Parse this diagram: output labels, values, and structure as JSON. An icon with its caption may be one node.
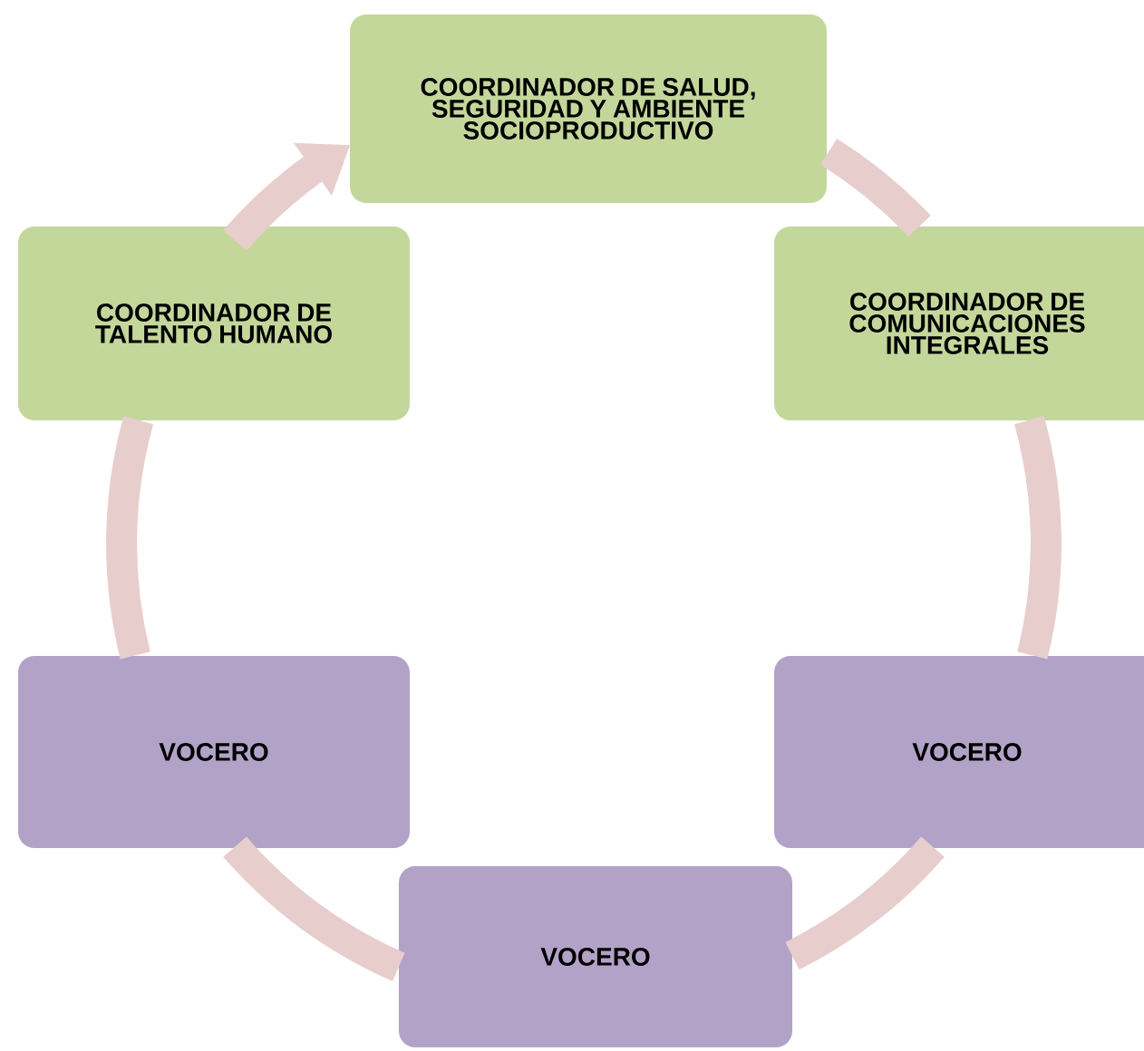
{
  "diagram": {
    "nodes": [
      {
        "text": [
          "COORDINADOR DE SALUD, SEGURIDAD Y AMBIENTE SOCIOPRODUCTIVO"
        ]
      },
      {
        "text": [
          "COORDINADOR DE TALENTO HUMANO"
        ]
      },
      {
        "text": [
          "COORDINADOR DE COMUNICACIONES INTEGRALES"
        ]
      },
      {
        "text": [
          "VOCERO"
        ]
      },
      {
        "text": [
          "VOCERO"
        ]
      },
      {
        "text": [
          "VOCERO"
        ]
      }
    ],
    "edges": [
      {
        "from": 0,
        "to": 2,
        "arrow": "none"
      },
      {
        "from": 2,
        "to": 4,
        "arrow": "none"
      },
      {
        "from": 4,
        "to": 5,
        "arrow": "none"
      },
      {
        "from": 5,
        "to": 3,
        "arrow": "none"
      },
      {
        "from": 3,
        "to": 1,
        "arrow": "none"
      },
      {
        "from": 1,
        "to": 0,
        "arrow": "to"
      }
    ]
  }
}
